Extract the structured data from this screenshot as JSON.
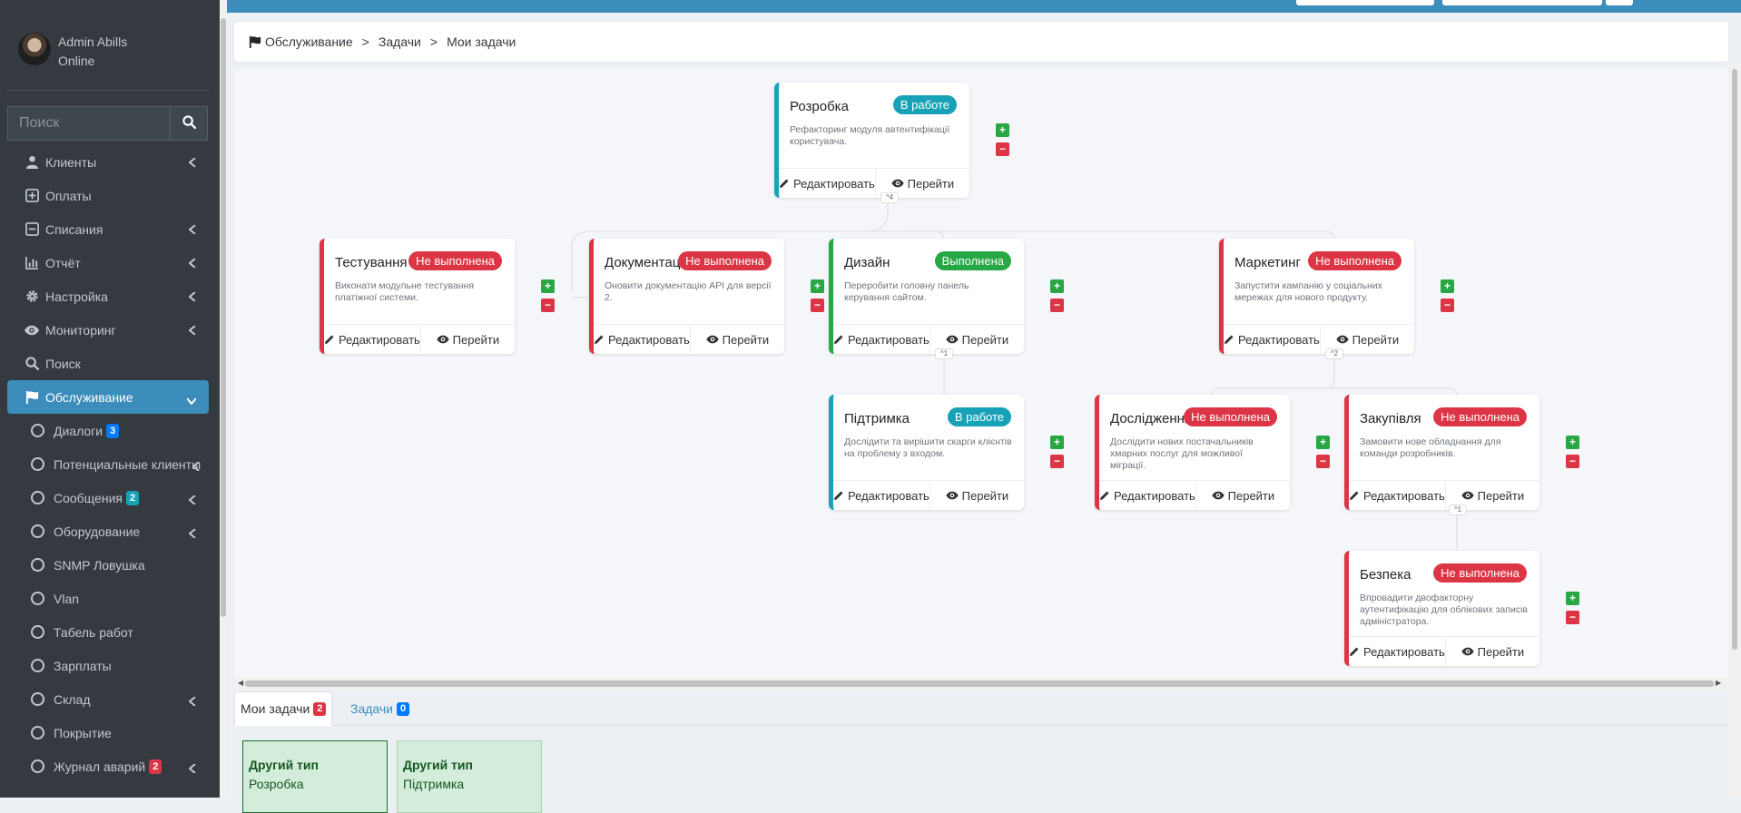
{
  "user": {
    "name": "Admin Abills",
    "status": "Online"
  },
  "search": {
    "placeholder": "Поиск"
  },
  "nav": {
    "items": [
      {
        "label": "Клиенты"
      },
      {
        "label": "Оплаты"
      },
      {
        "label": "Списания"
      },
      {
        "label": "Отчёт"
      },
      {
        "label": "Настройка"
      },
      {
        "label": "Мониторинг"
      },
      {
        "label": "Поиск"
      },
      {
        "label": "Обслуживание"
      }
    ],
    "sub": [
      {
        "label": "Диалоги",
        "badge": "3"
      },
      {
        "label": "Потенциальные клиенты"
      },
      {
        "label": "Сообщения",
        "badge": "2"
      },
      {
        "label": "Оборудование"
      },
      {
        "label": "SNMP Ловушка"
      },
      {
        "label": "Vlan"
      },
      {
        "label": "Табель работ"
      },
      {
        "label": "Зарплаты"
      },
      {
        "label": "Склад"
      },
      {
        "label": "Покрытие"
      },
      {
        "label": "Журнал аварий",
        "badge": "2"
      }
    ]
  },
  "breadcrumb": {
    "root": "Обслуживание",
    "sep1": ">",
    "mid": "Задачи",
    "sep2": ">",
    "current": "Мои задачи"
  },
  "buttons": {
    "edit": "Редактировать",
    "go": "Перейти",
    "plus": "+",
    "minus": "−"
  },
  "cards": [
    {
      "title": "Розробка",
      "status": "В работе",
      "desc": "Рефакторинг модуля автентифікації користувача.",
      "toggle": "^4"
    },
    {
      "title": "Тестування",
      "status": "Не выполнена",
      "desc": "Виконати модульне тестування платіжної системи."
    },
    {
      "title": "Документація",
      "status": "Не выполнена",
      "desc": "Оновити документацію API для версії 2."
    },
    {
      "title": "Дизайн",
      "status": "Выполнена",
      "desc": "Переробити головну панель керування сайтом.",
      "toggle": "^1"
    },
    {
      "title": "Маркетинг",
      "status": "Не выполнена",
      "desc": "Запустити кампанію у соціальних мережах для нового продукту.",
      "toggle": "^2"
    },
    {
      "title": "Підтримка",
      "status": "В работе",
      "desc": "Дослідити та вирішити скарги клієнтів на проблему з входом."
    },
    {
      "title": "Дослідження",
      "status": "Не выполнена",
      "desc": "Дослідити нових постачальників хмарних послуг для можливої міграції."
    },
    {
      "title": "Закупівля",
      "status": "Не выполнена",
      "desc": "Замовити нове обладнання для команди розробників.",
      "toggle": "^1"
    },
    {
      "title": "Безпека",
      "status": "Не выполнена",
      "desc": "Впровадити двофакторну аутентифікацію для облікових записів адміністратора."
    }
  ],
  "tabs": [
    {
      "label": "Мои задачи",
      "badge": "2"
    },
    {
      "label": "Задачи",
      "badge": "0"
    }
  ],
  "kanban": [
    {
      "type": "Другий тип",
      "name": "Розробка"
    },
    {
      "type": "Другий тип",
      "name": "Підтримка"
    }
  ],
  "colors": {
    "danger": "#dc3545",
    "info": "#17a2b8",
    "success": "#28a745",
    "primary": "#3c8dbc",
    "badge_blue": "#007bff"
  }
}
